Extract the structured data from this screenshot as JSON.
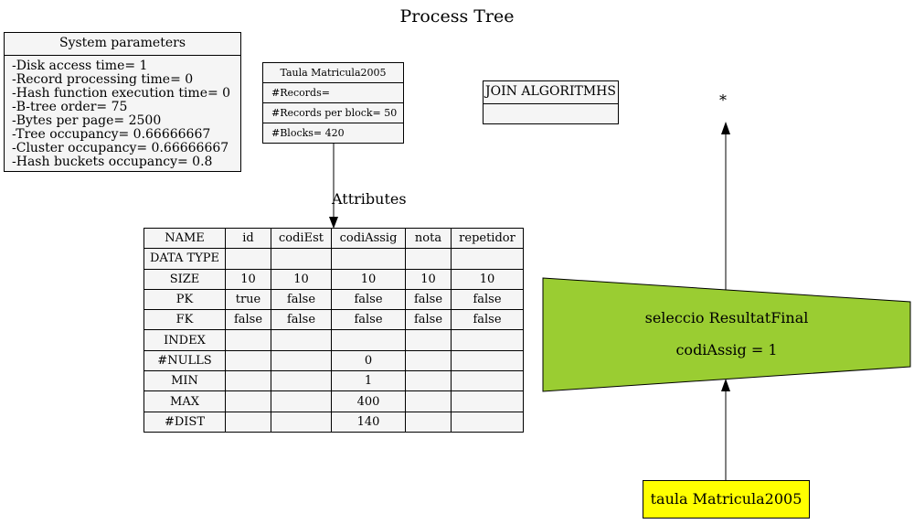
{
  "title": "Process Tree",
  "system_parameters": {
    "header": "System parameters",
    "lines": [
      "-Disk access time= 1",
      "-Record processing time= 0",
      "-Hash function execution time= 0",
      "-B-tree order= 75",
      "-Bytes per page= 2500",
      "-Tree occupancy= 0.66666667",
      "-Cluster occupancy= 0.66666667",
      "-Hash buckets occupancy= 0.8"
    ]
  },
  "taula_box": {
    "header": "Taula Matricula2005",
    "rows": [
      "#Records=",
      "#Records per block= 50",
      "#Blocks= 420"
    ]
  },
  "join_box": {
    "header": "JOIN ALGORITMHS",
    "body": ""
  },
  "attributes_label": "Attributes",
  "root_label": "*",
  "attributes_table": {
    "header": [
      "NAME",
      "id",
      "codiEst",
      "codiAssig",
      "nota",
      "repetidor"
    ],
    "rows": [
      [
        "DATA TYPE",
        "",
        "",
        "",
        "",
        ""
      ],
      [
        "SIZE",
        "10",
        "10",
        "10",
        "10",
        "10"
      ],
      [
        "PK",
        "true",
        "false",
        "false",
        "false",
        "false"
      ],
      [
        "FK",
        "false",
        "false",
        "false",
        "false",
        "false"
      ],
      [
        "INDEX",
        "",
        "",
        "",
        "",
        ""
      ],
      [
        "#NULLS",
        "",
        "",
        "0",
        "",
        ""
      ],
      [
        "MIN",
        "",
        "",
        "1",
        "",
        ""
      ],
      [
        "MAX",
        "",
        "",
        "400",
        "",
        ""
      ],
      [
        "#DIST",
        "",
        "",
        "140",
        "",
        ""
      ]
    ]
  },
  "selection_node": {
    "line1": "seleccio ResultatFinal",
    "line2": "codiAssig = 1",
    "fill_color": "#9acd32"
  },
  "leaf_node": {
    "label": "taula Matricula2005",
    "fill_color": "#ffff00"
  }
}
